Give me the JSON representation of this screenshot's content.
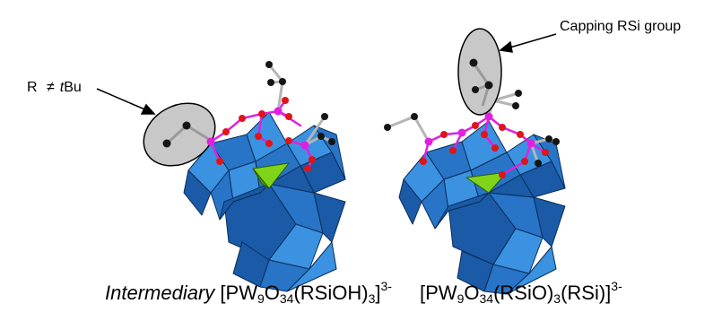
{
  "labels": {
    "r_left": "R",
    "r_neq": "≠",
    "r_t": "t",
    "r_bu": "Bu",
    "capping": "Capping RSi group"
  },
  "captions": {
    "left": {
      "italic": "Intermediary",
      "p1": "[PW",
      "s1": "9",
      "p2": "O",
      "s2": "34",
      "p3": "(RSiOH)",
      "s3": "3",
      "p4": "]",
      "charge": "3-"
    },
    "right": {
      "p1": "[PW",
      "s1": "9",
      "p2": "O",
      "s2": "34",
      "p3": "(RSiO)",
      "s3": "3",
      "p4": "(RSi)]",
      "charge": "3-"
    }
  },
  "colors": {
    "polyhedra_light": "#3a92e0",
    "polyhedra_mid": "#2874c6",
    "polyhedra_dark": "#1a5aa6",
    "edges": "#0b2e5a",
    "center": "#7fd41a",
    "oxygen": "#e0141a",
    "silicon": "#e020e0",
    "carbon": "#151515",
    "ellipse_fill": "#c8c8c8"
  }
}
